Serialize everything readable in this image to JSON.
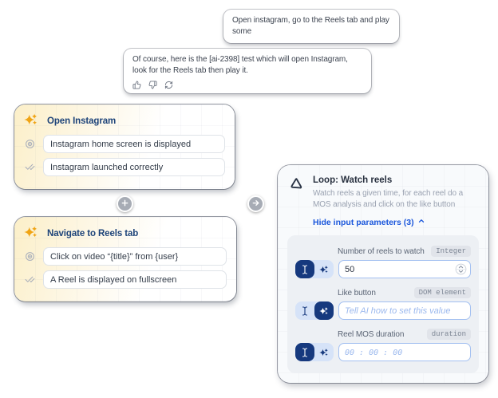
{
  "chat": {
    "user_message": "Open instagram, go to the Reels tab and play some",
    "assistant_message": "Of course, here is the [ai-2398] test which will open Instagram, look for the Reels tab then play it."
  },
  "flow": {
    "step1": {
      "title": "Open Instagram",
      "goal": "Instagram home screen is displayed",
      "assertion": "Instagram launched correctly"
    },
    "step2": {
      "title": "Navigate to Reels tab",
      "goal": "Click on video “{title}” from {user}",
      "assertion": "A Reel is displayed on fullscreen"
    },
    "loop": {
      "title": "Loop: Watch reels",
      "description": "Watch reels a given time, for each reel do a MOS analysis and click on the like button",
      "hide_link": "Hide input parameters (3)",
      "params": [
        {
          "label": "Number of reels to watch",
          "type_badge": "Integer",
          "value": "50"
        },
        {
          "label": "Like button",
          "type_badge": "DOM element",
          "placeholder": "Tell AI how to set this value"
        },
        {
          "label": "Reel MOS duration",
          "type_badge": "duration",
          "placeholder": "00 : 00 : 00"
        }
      ]
    }
  },
  "colors": {
    "accent_blue": "#1a56db",
    "toggle_active": "#16397e",
    "sparkle_amber": "#f0a414",
    "card_gradient_amber": "#fcefc8"
  }
}
